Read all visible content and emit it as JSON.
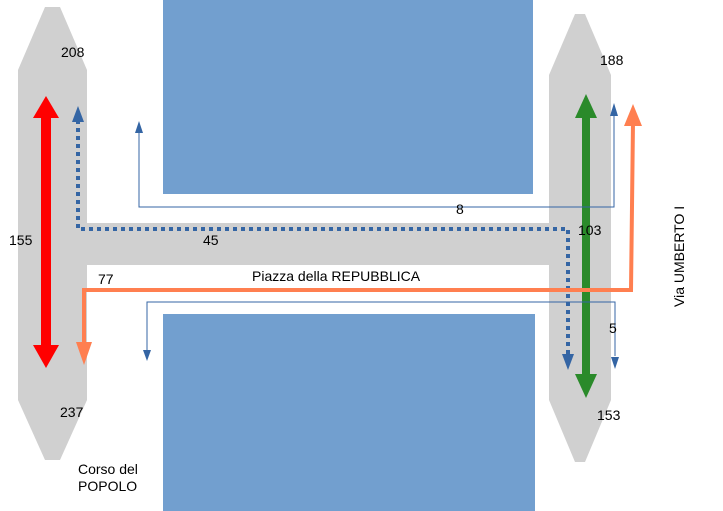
{
  "colors": {
    "road": "#d0d0d0",
    "block": "#729fcf",
    "flow_red": "#ff0000",
    "flow_green": "#2a8a2a",
    "flow_orange": "#ff7f50",
    "flow_blue": "#3465a4"
  },
  "streets": {
    "west": "Corso del POPOLO",
    "west_line1": "Corso del",
    "west_line2": "POPOLO",
    "east": "Via UMBERTO I",
    "square": "Piazza della REPUBBLICA"
  },
  "counts": {
    "west_top": "208",
    "west_bottom": "237",
    "west_through": "155",
    "east_top": "188",
    "east_bottom": "153",
    "east_through": "103",
    "square_dotted": "45",
    "square_thin_upper": "8",
    "square_orange": "77",
    "square_thin_lower": "5"
  }
}
